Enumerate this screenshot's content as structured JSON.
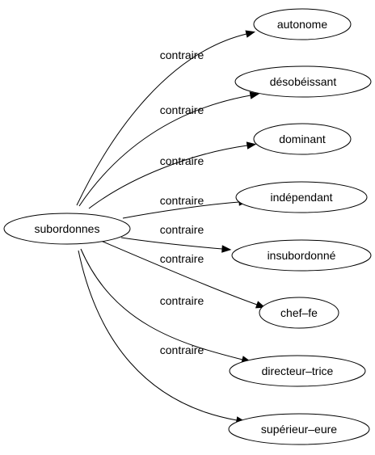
{
  "source": {
    "label": "subordonnes"
  },
  "targets": [
    {
      "label": "autonome",
      "relation": "contraire"
    },
    {
      "label": "désobéissant",
      "relation": "contraire"
    },
    {
      "label": "dominant",
      "relation": "contraire"
    },
    {
      "label": "indépendant",
      "relation": "contraire"
    },
    {
      "label": "insubordonné",
      "relation": "contraire"
    },
    {
      "label": "chef–fe",
      "relation": "contraire"
    },
    {
      "label": "directeur–trice",
      "relation": "contraire"
    },
    {
      "label": "supérieur–eure",
      "relation": "contraire"
    }
  ]
}
